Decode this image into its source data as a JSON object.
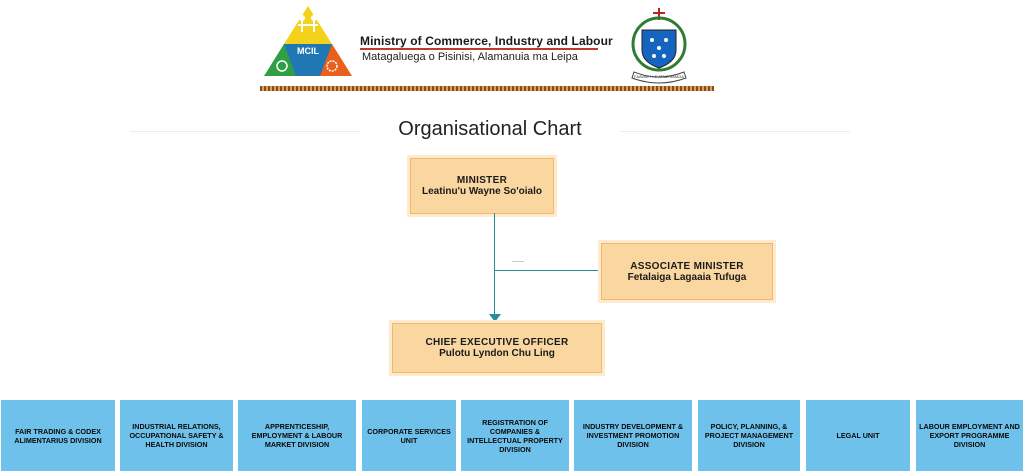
{
  "header": {
    "logo_text": "MCIL",
    "ministry_name": "Ministry of Commerce, Industry and Labour",
    "ministry_name_samoan": "Matagaluega o Pisinisi, Alamanuia ma Leipa",
    "crest_motto": "FAAVAE I LE ATUA SAMOA"
  },
  "title": "Organisational Chart",
  "minister": {
    "role": "MINISTER",
    "name": "Leatinu'u Wayne So'oialo"
  },
  "associate_minister": {
    "role": "ASSOCIATE MINISTER",
    "name": "Fetalaiga Lagaaia Tufuga"
  },
  "ceo": {
    "role": "CHIEF EXECUTIVE OFFICER",
    "name": "Pulotu Lyndon Chu Ling"
  },
  "divisions": [
    "FAIR TRADING & CODEX ALIMENTARIUS DIVISION",
    "INDUSTRIAL RELATIONS, OCCUPATIONAL SAFETY & HEALTH DIVISION",
    "APPRENTICESHIP, EMPLOYMENT & LABOUR MARKET DIVISION",
    "CORPORATE SERVICES UNIT",
    "REGISTRATION OF COMPANIES & INTELLECTUAL PROPERTY DIVISION",
    "INDUSTRY DEVELOPMENT & INVESTMENT PROMOTION DIVISION",
    "POLICY, PLANNING, & PROJECT MANAGEMENT DIVISION",
    "LEGAL UNIT",
    "LABOUR EMPLOYMENT AND EXPORT PROGRAMME DIVISION"
  ],
  "colors": {
    "executive_box": "#fad7a0",
    "division_box": "#6ec1ea",
    "connector": "#2b8a9e"
  }
}
